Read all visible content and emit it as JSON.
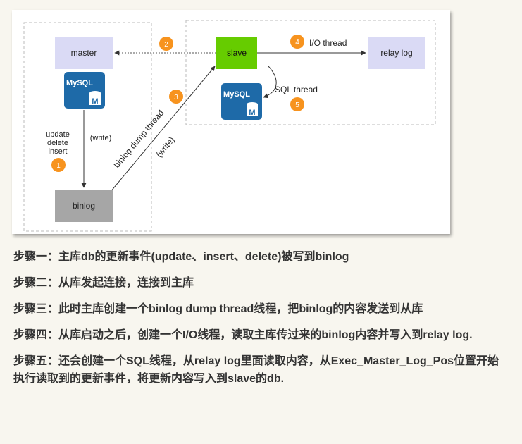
{
  "diagram": {
    "master": "master",
    "slave": "slave",
    "relay_log": "relay log",
    "binlog": "binlog",
    "mysql_logo": "MySQL",
    "mysql_logo_letter": "M",
    "io_thread": "I/O thread",
    "sql_thread": "SQL thread",
    "ops": [
      "update",
      "delete",
      "insert"
    ],
    "write_left": "(write)",
    "binlog_dump_thread": "binlog dump thread",
    "write_diag": "(write)",
    "badges": [
      "1",
      "2",
      "3",
      "4",
      "5"
    ],
    "colors": {
      "master_box": "#dadaf5",
      "slave_box": "#66cc00",
      "relay_box": "#dadaf5",
      "binlog_box": "#a6a6a6",
      "badge": "#f7931e",
      "mysql_blue": "#1e6aa8"
    }
  },
  "steps": [
    "步骤一：主库db的更新事件(update、insert、delete)被写到binlog",
    "步骤二：从库发起连接，连接到主库",
    "步骤三：此时主库创建一个binlog dump thread线程，把binlog的内容发送到从库",
    "步骤四：从库启动之后，创建一个I/O线程，读取主库传过来的binlog内容并写入到relay log.",
    "步骤五：还会创建一个SQL线程，从relay log里面读取内容，从Exec_Master_Log_Pos位置开始执行读取到的更新事件，将更新内容写入到slave的db."
  ]
}
